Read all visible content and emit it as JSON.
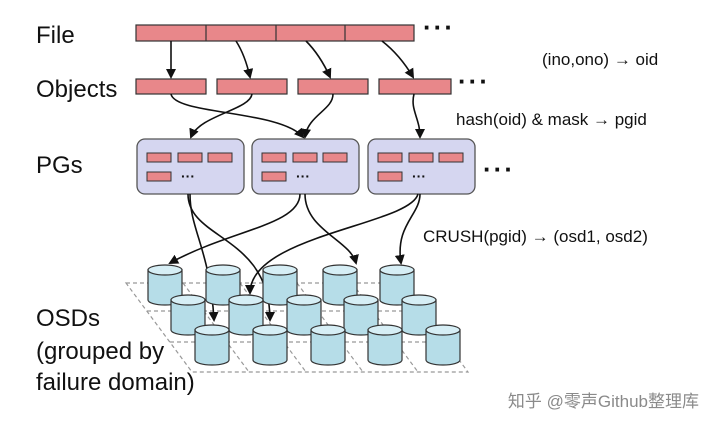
{
  "labels": {
    "file": "File",
    "objects": "Objects",
    "pgs": "PGs",
    "osds_1": "OSDs",
    "osds_2": "(grouped by",
    "osds_3": "failure domain)"
  },
  "notes": {
    "ino_ono": "(ino,ono) → oid",
    "hash": "hash(oid) & mask → pgid",
    "crush": "CRUSH(pgid) → (osd1, osd2)"
  },
  "ellipsis": "···",
  "pg_inner_ellipsis": "···",
  "watermark": "知乎 @零声Github整理库",
  "colors": {
    "block_fill": "#e8878a",
    "block_stroke": "#333333",
    "pg_fill": "#d5d6f0",
    "pg_stroke": "#555555",
    "disk_fill": "#b6dde8",
    "disk_top": "#d6eef5",
    "disk_stroke": "#333333",
    "grid_stroke": "#999999"
  }
}
